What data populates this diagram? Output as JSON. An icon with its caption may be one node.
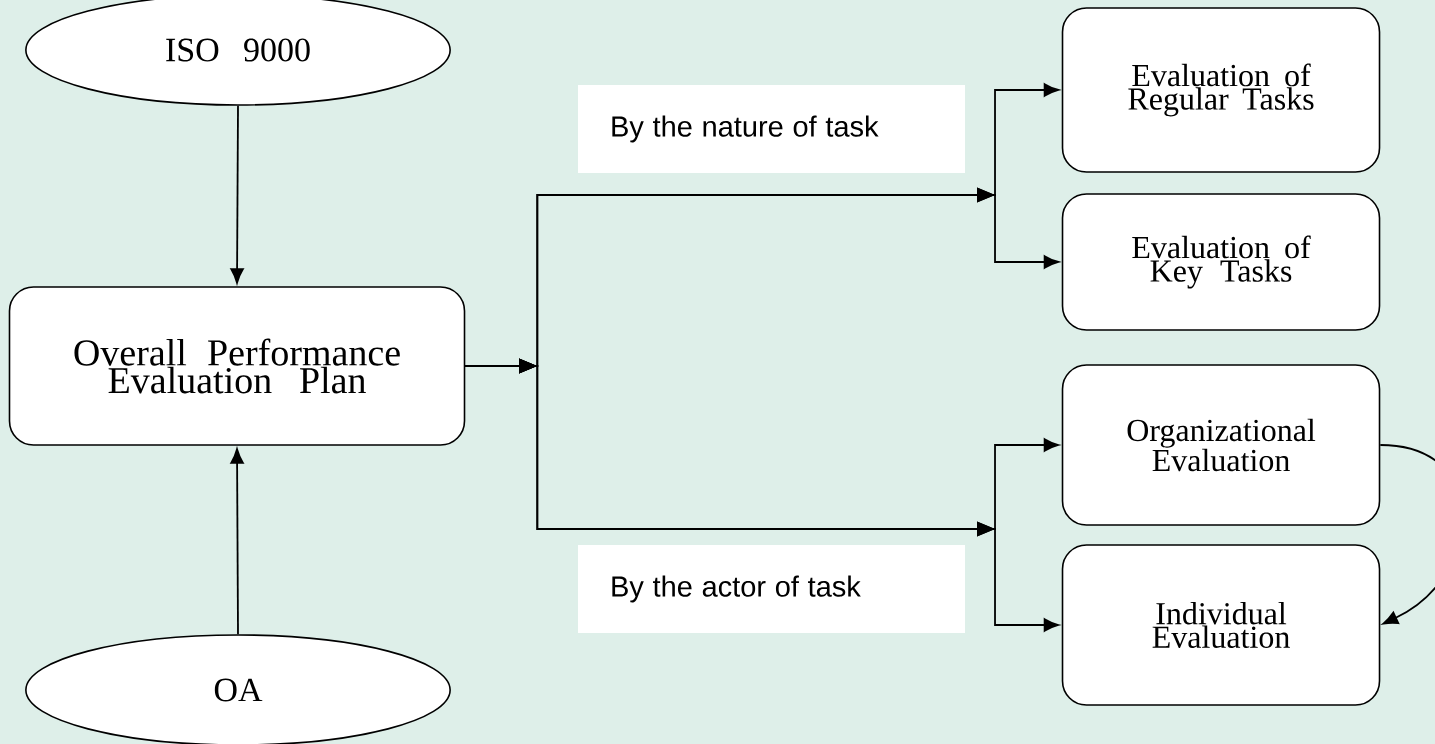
{
  "diagram": {
    "nodes": [
      {
        "text": [
          "ISO 9000"
        ]
      },
      {
        "text": [
          "Overall Performance Evaluation Plan"
        ]
      },
      {
        "text": [
          "OA"
        ]
      },
      {
        "text": [
          "Evaluation of Regular Tasks"
        ]
      },
      {
        "text": [
          "Evaluation of Key Tasks"
        ]
      },
      {
        "text": [
          "Organizational Evaluation"
        ]
      },
      {
        "text": [
          "Individual Evaluation"
        ]
      }
    ],
    "edges": [
      {
        "from": 0,
        "to": 1,
        "arrow": "to"
      },
      {
        "from": 2,
        "to": 1,
        "arrow": "to"
      },
      {
        "from": 1,
        "to": 3,
        "arrow": "to"
      },
      {
        "from": 1,
        "to": 4,
        "arrow": "to"
      },
      {
        "from": 1,
        "to": 5,
        "arrow": "to"
      },
      {
        "from": 1,
        "to": 6,
        "arrow": "to"
      },
      {
        "from": 5,
        "to": 6,
        "arrow": "to"
      }
    ],
    "labels": [
      "By the nature of task",
      "By the actor of task"
    ]
  }
}
